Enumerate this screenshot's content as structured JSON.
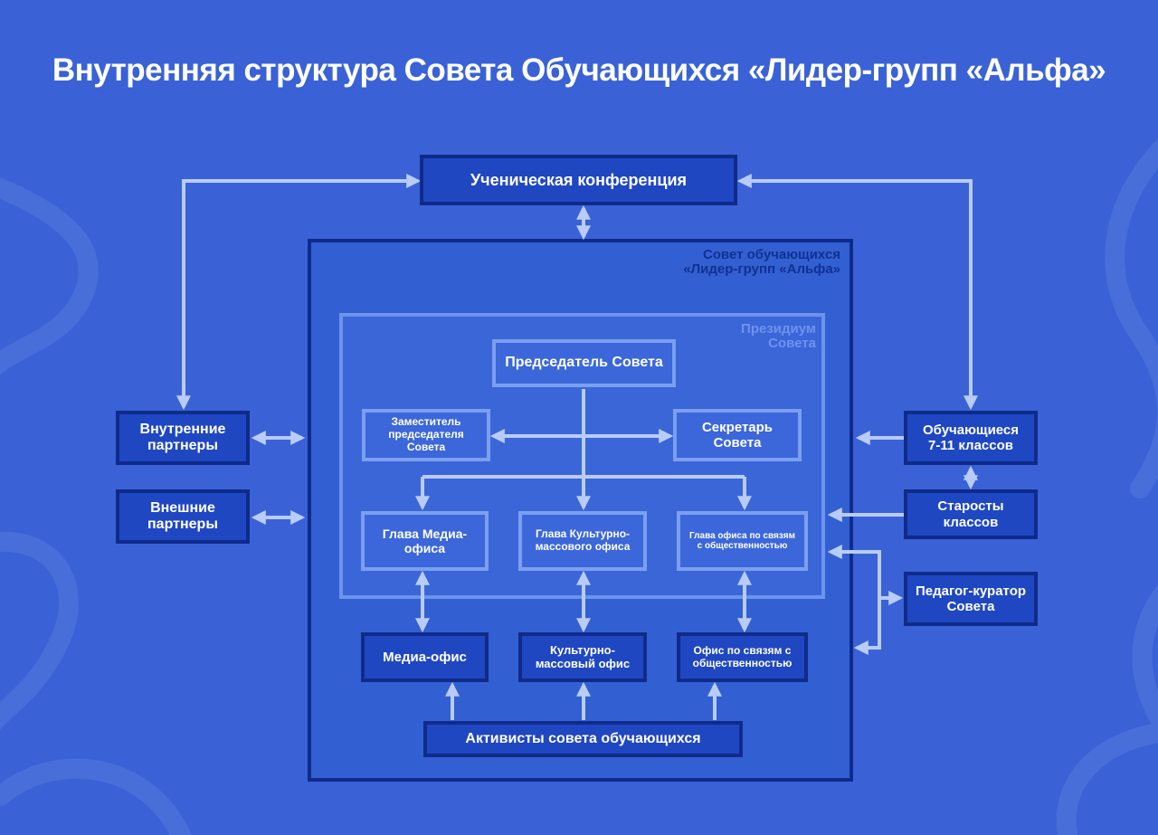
{
  "title": "Внутренняя структура Совета Обучающихся «Лидер-групп «Альфа»",
  "colors": {
    "background": "#3a62d6",
    "dark_box": "#1f47c2",
    "dark_border": "#0f2b8a",
    "light_border": "#7b9ff0",
    "connector": "#b9ccf8"
  },
  "frames": {
    "council_label": "Совет обучающихся\n«Лидер-групп «Альфа»",
    "presidium_label": "Президиум\nСовета"
  },
  "nodes": {
    "conference": "Ученическая конференция",
    "chairman": "Председатель Совета",
    "deputy": "Заместитель председателя Совета",
    "secretary": "Секретарь Совета",
    "head_media": "Глава Медиа-офиса",
    "head_culture": "Глава Культурно-массового офиса",
    "head_pr": "Глава офиса по связям с общественностью",
    "media_office": "Медиа-офис",
    "culture_office": "Культурно-массовый офис",
    "pr_office": "Офис по связям с общественностью",
    "activists": "Активисты совета обучающихся",
    "internal_partners": "Внутренние партнеры",
    "external_partners": "Внешние партнеры",
    "students": "Обучающиеся 7-11 классов",
    "class_heads": "Старосты классов",
    "curator": "Педагог-куратор Совета"
  }
}
